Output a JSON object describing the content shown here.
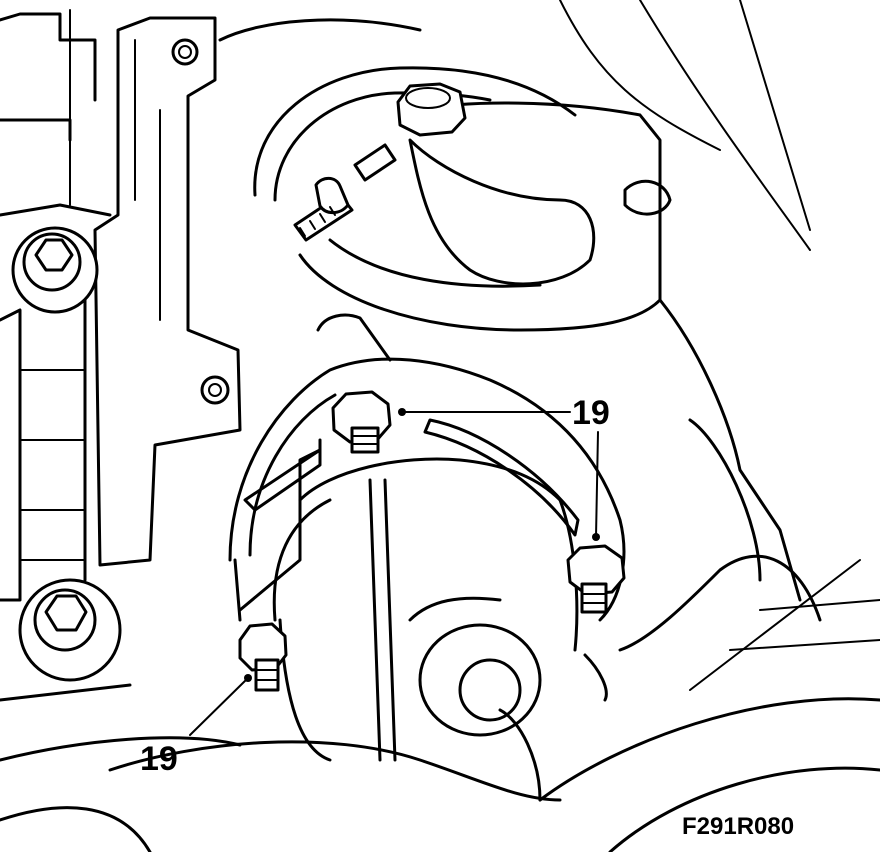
{
  "callouts": {
    "upper_label": "19",
    "lower_label": "19"
  },
  "figure_id": "F291R080",
  "colors": {
    "line": "#000000",
    "background": "#ffffff"
  }
}
